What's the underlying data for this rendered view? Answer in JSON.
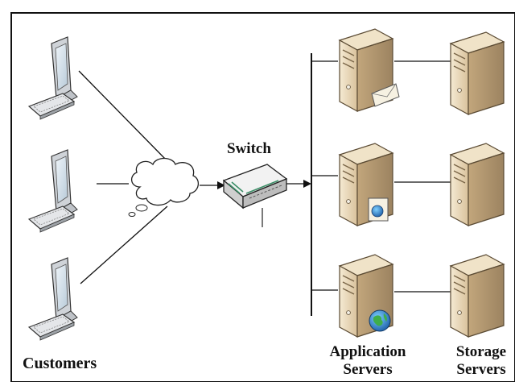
{
  "labels": {
    "customers": "Customers",
    "switch": "Switch",
    "application_line1": "Application",
    "application_line2": "Servers",
    "storage_line1": "Storage",
    "storage_line2": "Servers"
  },
  "icons": {
    "customer": "desktop-computer-icon",
    "network": "cloud-icon",
    "switch": "network-switch-icon",
    "server": "server-tower-icon",
    "mail": "envelope-icon",
    "web": "globe-icon"
  },
  "colors": {
    "server_body": "#e7d7b7",
    "server_shadow": "#b79e77",
    "monitor_screen": "#dbe6ef",
    "line": "#111111"
  }
}
